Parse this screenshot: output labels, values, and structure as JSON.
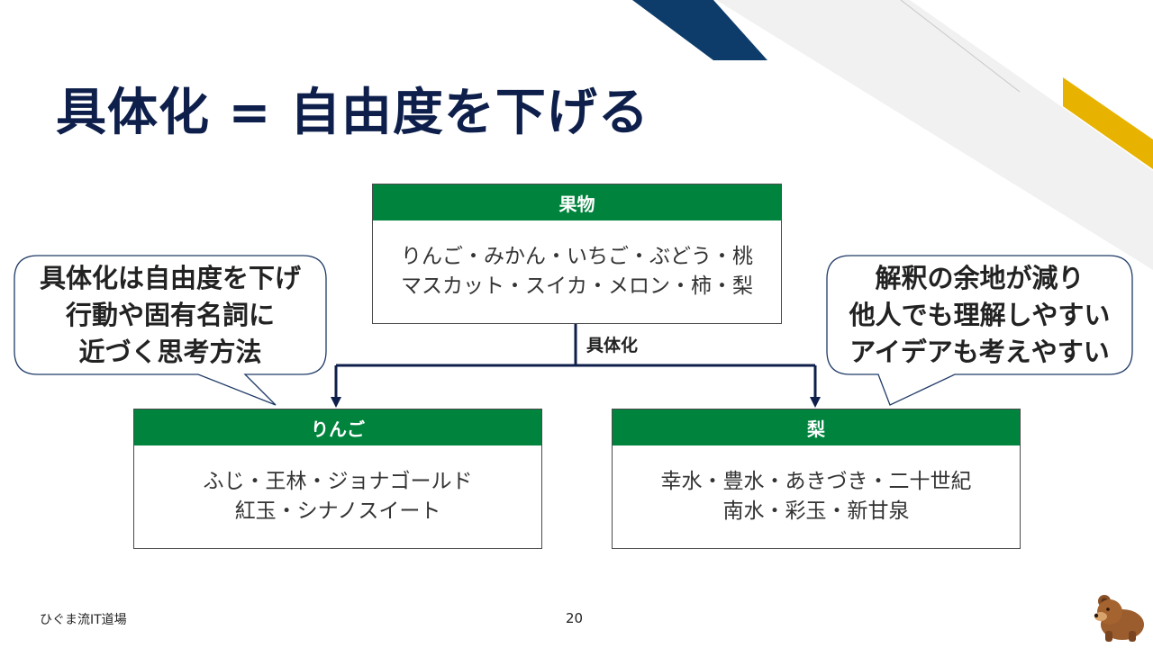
{
  "slide": {
    "title": "具体化 = 自由度を下げる",
    "page_number": "20",
    "footer_brand": "ひぐま流IT道場"
  },
  "diagram": {
    "root": {
      "header": "果物",
      "lines": [
        "りんご・みかん・いちご・ぶどう・桃",
        "マスカット・スイカ・メロン・柿・梨"
      ]
    },
    "edge_label": "具体化",
    "children": [
      {
        "header": "りんご",
        "lines": [
          "ふじ・王林・ジョナゴールド",
          "紅玉・シナノスイート"
        ]
      },
      {
        "header": "梨",
        "lines": [
          "幸水・豊水・あきづき・二十世紀",
          "南水・彩玉・新甘泉"
        ]
      }
    ]
  },
  "callouts": {
    "left": [
      "具体化は自由度を下げ",
      "行動や固有名詞に",
      "近づく思考方法"
    ],
    "right": [
      "解釈の余地が減り",
      "他人でも理解しやすい",
      "アイデアも考えやすい"
    ]
  },
  "colors": {
    "title": "#0d1f4a",
    "header_green": "#00843d",
    "accent_navy": "#0d3c6b",
    "accent_gold": "#e8b200"
  },
  "icons": {
    "mascot": "bear-icon"
  }
}
